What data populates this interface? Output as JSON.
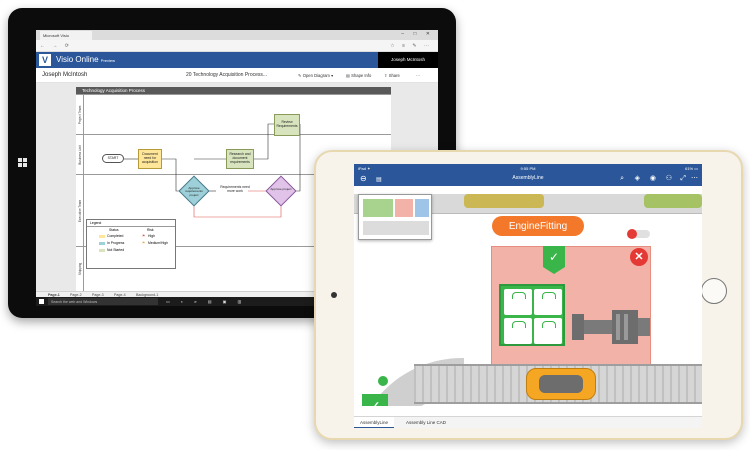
{
  "surface": {
    "browser_tab": "Microsoft Visio",
    "app_title": "Visio Online",
    "app_subtitle": "Preview",
    "ribbon_user": "Joseph McIntosh",
    "doc_user": "Joseph McIntosh",
    "doc_name": "20 Technology Acquisition Process...",
    "commands": {
      "open": "Open Diagram",
      "shape_info": "Shape Info",
      "share": "Share",
      "more": "···"
    },
    "diagram": {
      "title": "Technology Acquisition Process",
      "lanes": [
        "Project Team",
        "Business Unit",
        "Executive Team",
        "Shipping"
      ],
      "start": "START",
      "document_need": "Document need for acquisition",
      "research": "Research and document requirements",
      "review": "Review Requirements",
      "approve_req": "Approve requirements project",
      "approve_proj": "Approve project",
      "need_more": "Requirements need more work",
      "legend_title": "Legend",
      "legend_status": "Status",
      "legend_risk": "Risk",
      "legend_items": [
        "Completed",
        "In Progress",
        "Not Started"
      ],
      "legend_risk_items": [
        "High",
        "Medium/High"
      ]
    },
    "page_tabs": [
      "Page-1",
      "Page-2",
      "Page-3",
      "Page-4",
      "Background-1"
    ],
    "taskbar_search": "Search the web and Windows"
  },
  "ipad": {
    "status_left": "iPad ✦",
    "status_time": "9:55 PM",
    "status_right": "61% ▭",
    "doc_title": "AssemblyLine",
    "engine_label": "EngineFitting",
    "tabs": [
      "AssemblyLine",
      "Assembly Line CAD"
    ]
  },
  "colors": {
    "visio_blue": "#2b579a",
    "orange": "#f4782a",
    "green": "#39b54a",
    "red": "#e53935"
  }
}
